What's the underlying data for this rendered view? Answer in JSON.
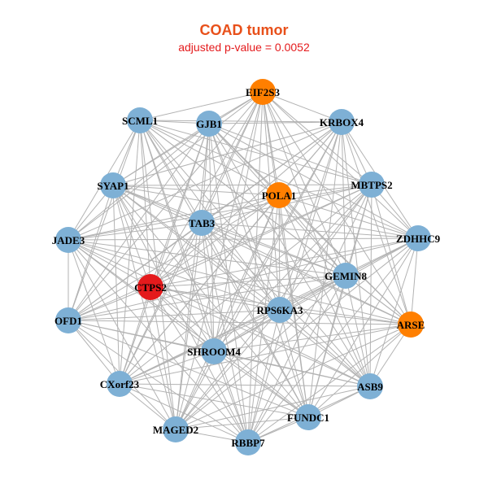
{
  "title": "COAD tumor",
  "subtitle": "adjusted p-value = 0.0052",
  "colors": {
    "default": "#7eb0d5",
    "highlight": "#ff7f00",
    "seed": "#e41a1c",
    "edge": "#b3b3b3"
  },
  "nodes": [
    {
      "id": "EIF2S3",
      "type": "highlight"
    },
    {
      "id": "KRBOX4",
      "type": "default"
    },
    {
      "id": "MBTPS2",
      "type": "default"
    },
    {
      "id": "ZDHHC9",
      "type": "default"
    },
    {
      "id": "ARSE",
      "type": "highlight"
    },
    {
      "id": "ASB9",
      "type": "default"
    },
    {
      "id": "FUNDC1",
      "type": "default"
    },
    {
      "id": "RBBP7",
      "type": "default"
    },
    {
      "id": "MAGED2",
      "type": "default"
    },
    {
      "id": "CXorf23",
      "type": "default"
    },
    {
      "id": "OFD1",
      "type": "default"
    },
    {
      "id": "JADE3",
      "type": "default"
    },
    {
      "id": "SYAP1",
      "type": "default"
    },
    {
      "id": "SCML1",
      "type": "default"
    },
    {
      "id": "GJB1",
      "type": "default"
    },
    {
      "id": "POLA1",
      "type": "highlight"
    },
    {
      "id": "TAB3",
      "type": "default"
    },
    {
      "id": "GEMIN8",
      "type": "default"
    },
    {
      "id": "CTPS2",
      "type": "seed"
    },
    {
      "id": "RPS6KA3",
      "type": "default"
    },
    {
      "id": "SHROOM4",
      "type": "default"
    }
  ]
}
